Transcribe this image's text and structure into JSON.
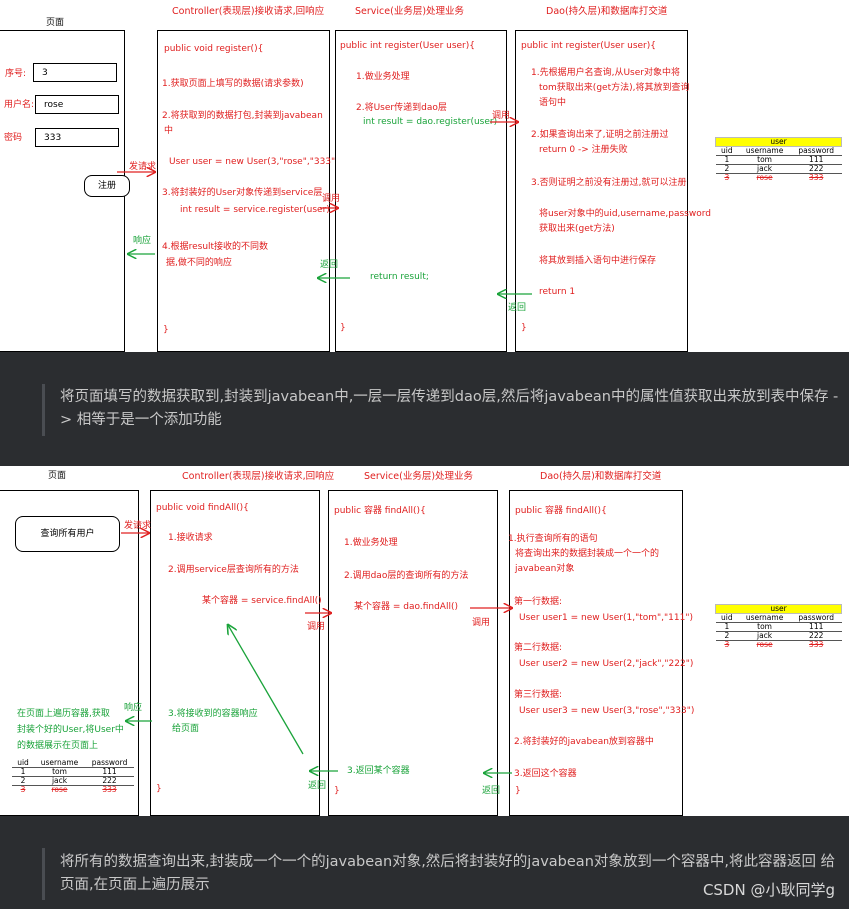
{
  "top": {
    "headers": {
      "page": "页面",
      "controller": "Controller(表现层)接收请求,回响应",
      "service": "Service(业务层)处理业务",
      "dao": "Dao(持久层)和数据库打交道"
    },
    "form": {
      "id_label": "序号:",
      "id_value": "3",
      "user_label": "用户名:",
      "user_value": "rose",
      "pwd_label": "密码",
      "pwd_value": "333",
      "button": "注册"
    },
    "controller": {
      "sig": "public void register(){",
      "l1": "1.获取页面上填写的数据(请求参数)",
      "l2a": "2.将获取到的数据打包,封装到javabean",
      "l2b": "中",
      "code1": "User user = new User(3,\"rose\",\"333\")",
      "l3": "3.将封装好的User对象传递到service层",
      "code2": "int result =  service.register(user)",
      "l4a": "4.根据result接收的不同数",
      "l4b": "据,做不同的响应",
      "close": "}"
    },
    "service": {
      "sig": "public int register(User user){",
      "l1": "1.做业务处理",
      "l2": "2.将User传递到dao层",
      "code": "int result =  dao.register(user)",
      "ret": "return result;",
      "close": "}"
    },
    "dao": {
      "sig": "public int register(User user){",
      "l1a": "1.先根据用户名查询,从User对象中将",
      "l1b": "tom获取出来(get方法),将其放到查询",
      "l1c": "语句中",
      "l2a": "2.如果查询出来了,证明之前注册过",
      "l2b": "return 0 -> 注册失败",
      "l3": "3.否则证明之前没有注册过,就可以注册",
      "l4a": "将user对象中的uid,username,password",
      "l4b": "获取出来(get方法)",
      "l5": "将其放到插入语句中进行保存",
      "ret": "return 1",
      "close": "}"
    },
    "arrows": {
      "send": "发请求",
      "call1": "调用",
      "call2": "调用",
      "respond": "响应",
      "ret1": "返回",
      "ret2": "返回"
    }
  },
  "bottom": {
    "headers": {
      "page": "页面",
      "controller": "Controller(表现层)接收请求,回响应",
      "service": "Service(业务层)处理业务",
      "dao": "Dao(持久层)和数据库打交道"
    },
    "page": {
      "button": "查询所有用户",
      "note1": "在页面上遍历容器,获取",
      "note2": "封装个好的User,将User中",
      "note3": "的数据展示在页面上"
    },
    "controller": {
      "sig": "public void findAll(){",
      "l1": "1.接收请求",
      "l2": "2.调用service层查询所有的方法",
      "code": "某个容器 = service.findAll()",
      "l3a": "3.将接收到的容器响应",
      "l3b": "给页面",
      "close": "}"
    },
    "service": {
      "sig": "public    容器    findAll(){",
      "l1": "1.做业务处理",
      "l2": "2.调用dao层的查询所有的方法",
      "code": "某个容器 = dao.findAll()",
      "l3": "3.返回某个容器",
      "close": "}"
    },
    "dao": {
      "sig": "public    容器    findAll(){",
      "l1a": "1.执行查询所有的语句",
      "l1b": "将查询出来的数据封装成一个一个的",
      "l1c": "javabean对象",
      "r1": "第一行数据:",
      "c1": "User user1 = new User(1,\"tom\",\"111\")",
      "r2": "第二行数据:",
      "c2": "User user2 = new User(2,\"jack\",\"222\")",
      "r3": "第三行数据:",
      "c3": "User user3 = new User(3,\"rose\",\"333\")",
      "l2": "2.将封装好的javabean放到容器中",
      "l3": "3.返回这个容器",
      "close": "}"
    },
    "arrows": {
      "send": "发请求",
      "call1": "调用",
      "call2": "调用",
      "respond": "响应",
      "ret1": "返回",
      "ret2": "返回"
    }
  },
  "table": {
    "caption": "user",
    "headers": [
      "uid",
      "username",
      "password"
    ],
    "rows": [
      [
        "1",
        "tom",
        "111"
      ],
      [
        "2",
        "jack",
        "222"
      ]
    ],
    "new_row": [
      "3",
      "rose",
      "333"
    ]
  },
  "captions": {
    "first": "将页面填写的数据获取到,封装到javabean中,一层一层传递到dao层,然后将javabean中的属性值获取出来放到表中保存 -> 相等于是一个添加功能",
    "second": "将所有的数据查询出来,封装成一个一个的javabean对象,然后将封装好的javabean对象放到一个容器中,将此容器返回 给页面,在页面上遍历展示"
  },
  "watermark": "CSDN @小耿同学g"
}
